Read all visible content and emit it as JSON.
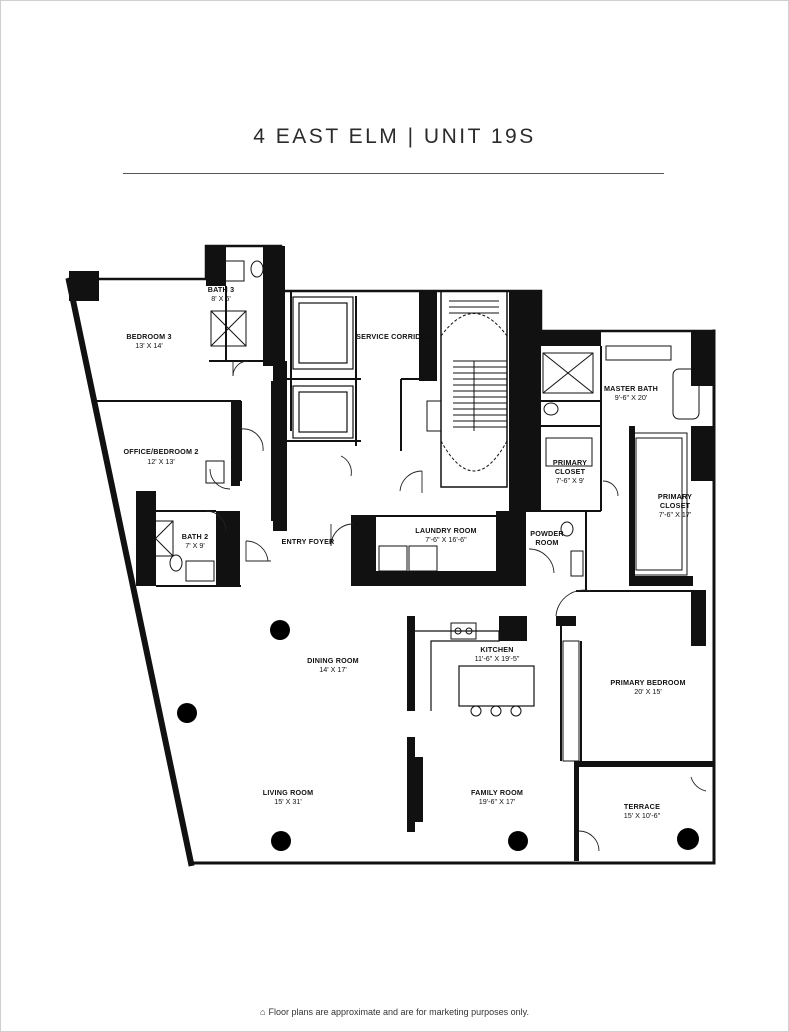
{
  "header": {
    "title": "4 EAST ELM  |  UNIT 19S"
  },
  "rooms": [
    {
      "id": "bath3",
      "name": "BATH 3",
      "dim": "8' X 6'"
    },
    {
      "id": "bedroom3",
      "name": "BEDROOM 3",
      "dim": "13' X 14'"
    },
    {
      "id": "service",
      "name": "SERVICE CORRIDOR",
      "dim": ""
    },
    {
      "id": "masterbath",
      "name": "MASTER BATH",
      "dim": "9'-6\" X 20'"
    },
    {
      "id": "office",
      "name": "OFFICE/BEDROOM 2",
      "dim": "12' X 13'"
    },
    {
      "id": "pcloset1a",
      "name": "PRIMARY",
      "dim": ""
    },
    {
      "id": "pcloset1b",
      "name": "CLOSET",
      "dim": "7'-6\" X 9'"
    },
    {
      "id": "pcloset2a",
      "name": "PRIMARY",
      "dim": ""
    },
    {
      "id": "pcloset2b",
      "name": "CLOSET",
      "dim": "7'-6\" X 17'"
    },
    {
      "id": "bath2",
      "name": "BATH 2",
      "dim": "7' X 9'"
    },
    {
      "id": "laundry",
      "name": "LAUNDRY ROOM",
      "dim": "7'-6\" X 16'-6\""
    },
    {
      "id": "powdera",
      "name": "POWDER",
      "dim": ""
    },
    {
      "id": "powderb",
      "name": "ROOM",
      "dim": ""
    },
    {
      "id": "foyer",
      "name": "ENTRY FOYER",
      "dim": ""
    },
    {
      "id": "dining",
      "name": "DINING ROOM",
      "dim": "14' X 17'"
    },
    {
      "id": "kitchen",
      "name": "KITCHEN",
      "dim": "11'-6\" X 19'-5\""
    },
    {
      "id": "pbedroom",
      "name": "PRIMARY BEDROOM",
      "dim": "20' X 15'"
    },
    {
      "id": "living",
      "name": "LIVING ROOM",
      "dim": "15' X 31'"
    },
    {
      "id": "family",
      "name": "FAMILY ROOM",
      "dim": "19'-6\" X 17'"
    },
    {
      "id": "terrace",
      "name": "TERRACE",
      "dim": "15' X 10'-6\""
    }
  ],
  "footer": {
    "icon": "house-icon",
    "text": "Floor plans are approximate and are for marketing purposes only."
  }
}
